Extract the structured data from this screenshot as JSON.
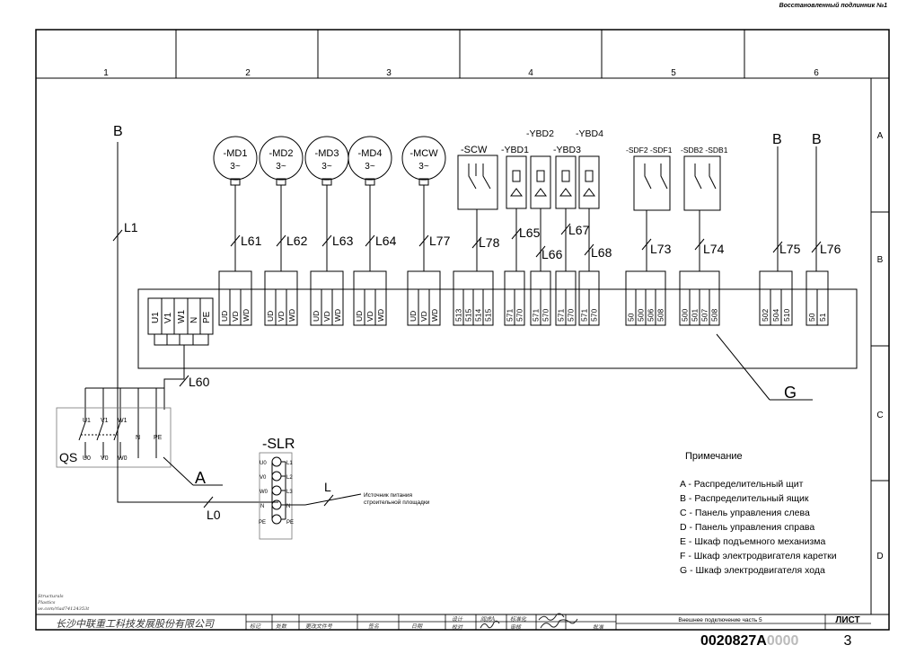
{
  "header": {
    "subscript_title": "Восстановленный подлинник №1"
  },
  "grid": {
    "columns": [
      "1",
      "2",
      "3",
      "4",
      "5",
      "6"
    ],
    "rows": [
      "A",
      "B",
      "C",
      "D"
    ]
  },
  "supply": {
    "bus_left": "B",
    "wire_l1": "L1",
    "wire_l60": "L60",
    "wire_l0": "L0",
    "switch_label": "QS",
    "switch_area": "A",
    "qs_terms_top": [
      "U1",
      "V1",
      "W1"
    ],
    "qs_terms_bottom": [
      "U0",
      "V0",
      "W0",
      "N",
      "PE"
    ]
  },
  "cabinet": {
    "label": "G",
    "input_terminals": [
      "U1",
      "V1",
      "W1",
      "N",
      "PE"
    ],
    "motors": [
      {
        "name": "-MD1",
        "phase": "3~",
        "wire": "L61",
        "terms": [
          "UD",
          "VD",
          "WD"
        ]
      },
      {
        "name": "-MD2",
        "phase": "3~",
        "wire": "L62",
        "terms": [
          "UD",
          "VD",
          "WD"
        ]
      },
      {
        "name": "-MD3",
        "phase": "3~",
        "wire": "L63",
        "terms": [
          "UD",
          "VD",
          "WD"
        ]
      },
      {
        "name": "-MD4",
        "phase": "3~",
        "wire": "L64",
        "terms": [
          "UD",
          "VD",
          "WD"
        ]
      },
      {
        "name": "-MCW",
        "phase": "3~",
        "wire": "L77",
        "terms": [
          "UD",
          "VD",
          "WD"
        ]
      }
    ],
    "scw": {
      "name": "-SCW",
      "wire": "L78",
      "terms": [
        "513",
        "515",
        "514",
        "515"
      ]
    },
    "ybd": {
      "names": [
        "-YBD1",
        "-YBD2",
        "-YBD3",
        "-YBD4"
      ],
      "wires": [
        "L65",
        "L66",
        "L67",
        "L68"
      ],
      "terms": [
        "571",
        "570",
        "571",
        "570",
        "571",
        "570",
        "571",
        "570"
      ]
    },
    "sdf": {
      "name": "-SDF2 -SDF1",
      "wire": "L73",
      "terms": [
        "50",
        "500",
        "506",
        "508"
      ]
    },
    "sdb": {
      "name": "-SDB2 -SDB1",
      "wire": "L74",
      "terms": [
        "500",
        "501",
        "507",
        "508"
      ]
    },
    "b1": {
      "bus": "B",
      "wire": "L75",
      "terms": [
        "502",
        "504",
        "510"
      ]
    },
    "b2": {
      "bus": "B",
      "wire": "L76",
      "terms": [
        "50",
        "51"
      ]
    }
  },
  "slr": {
    "name": "-SLR",
    "left": [
      "U0",
      "V0",
      "W0",
      "N",
      "PE"
    ],
    "right": [
      "L1",
      "L2",
      "L3",
      "N",
      "PE"
    ],
    "wire_l": "L",
    "source_line1": "Источник питания",
    "source_line2": "строительной площадки"
  },
  "notes": {
    "title": "Примечание",
    "items": [
      "A - Распределительный щит",
      "B - Распределительный ящик",
      "C - Панель управления слева",
      "D - Панель управления справа",
      "E - Шкаф подъемного механизма",
      "F - Шкаф электродвигателя каретки",
      "G - Шкаф электродвигателя хода"
    ]
  },
  "title_block": {
    "stamp_lines": [
      "Structurals",
      "Plastics",
      "ve.com/rlad74124353t"
    ],
    "company": "长沙中联重工科技发展股份有限公司",
    "cells_row2": [
      "标记",
      "处数",
      "更改文件号",
      "签名",
      "日期"
    ],
    "cells_mid_top": [
      "设计",
      "阎虎A",
      "标准化"
    ],
    "cells_mid_bot": [
      "校对",
      "审核",
      "批准"
    ],
    "sheet_caption": "Внешнее подключение часть 5",
    "sheet_label": "ЛИСТ",
    "doc_number": "0020827A",
    "doc_number_obscured": "0000",
    "sheet_number": "3"
  }
}
